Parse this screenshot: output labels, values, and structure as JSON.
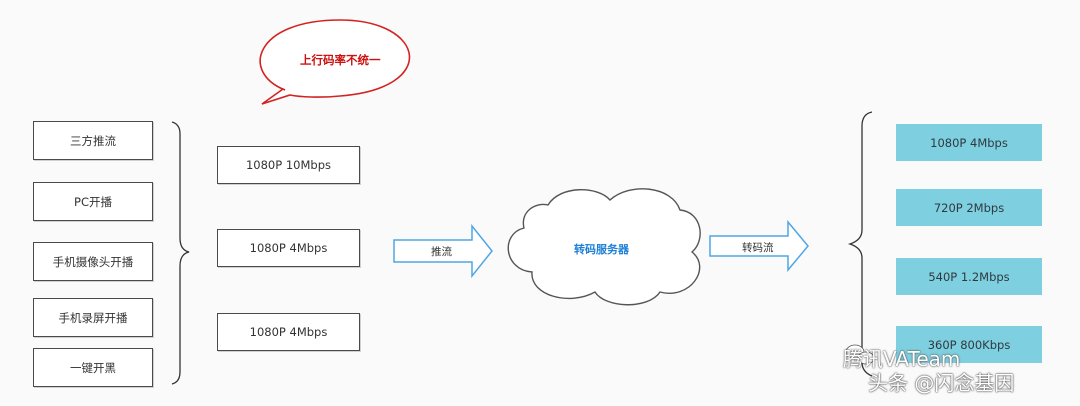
{
  "sources": [
    "三方推流",
    "PC开播",
    "手机摄像头开播",
    "手机录屏开播",
    "一键开黑"
  ],
  "upstream_bitrates": [
    "1080P 10Mbps",
    "1080P 4Mbps",
    "1080P 4Mbps"
  ],
  "callout": "上行码率不统一",
  "push_label": "推流",
  "server_label": "转码服务器",
  "transcode_label": "转码流",
  "outputs": [
    "1080P 4Mbps",
    "720P 2Mbps",
    "540P 1.2Mbps",
    "360P 800Kbps"
  ],
  "watermark": {
    "line1": "腾讯VATeam",
    "line2": "头条 @闪念基因"
  }
}
